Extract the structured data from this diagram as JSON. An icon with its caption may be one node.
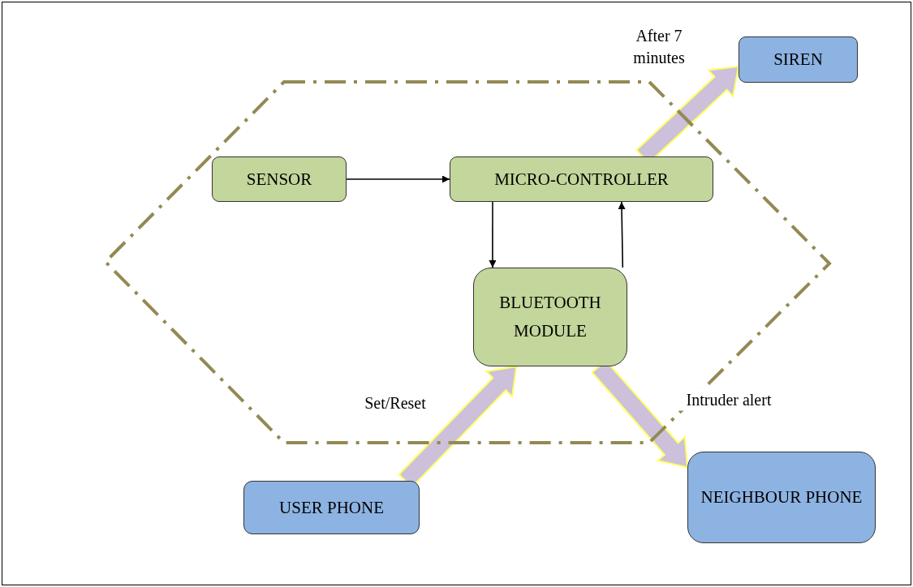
{
  "diagram": {
    "nodes": [
      {
        "text": [],
        "shape": "hexagon"
      },
      {
        "text": [
          "SENSOR"
        ],
        "in": 0
      },
      {
        "text": [
          "MICRO-CONTROLLER"
        ],
        "in": 0
      },
      {
        "text": [
          "SIREN"
        ]
      },
      {
        "text": [
          "BLUETOOTH MODULE"
        ],
        "in": 0
      },
      {
        "text": [
          "USER PHONE"
        ]
      },
      {
        "text": [
          "NEIGHBOUR PHONE"
        ]
      }
    ],
    "edges": [
      {
        "from": 1,
        "to": 2,
        "arrow": "to"
      },
      {
        "from": 2,
        "to": 4,
        "arrow": "to"
      },
      {
        "from": 4,
        "to": 2,
        "arrow": "to"
      },
      {
        "from": 2,
        "to": 3,
        "arrow": "to",
        "label": "After 7 minutes",
        "style": "thick",
        "color": "#ccc0da"
      },
      {
        "from": 5,
        "to": 4,
        "arrow": "to",
        "label": "Set/Reset",
        "style": "thick",
        "color": "#ccc0da"
      },
      {
        "from": 4,
        "to": 6,
        "arrow": "to",
        "label": "Intruder alert",
        "style": "thick",
        "color": "#ccc0da"
      }
    ]
  }
}
